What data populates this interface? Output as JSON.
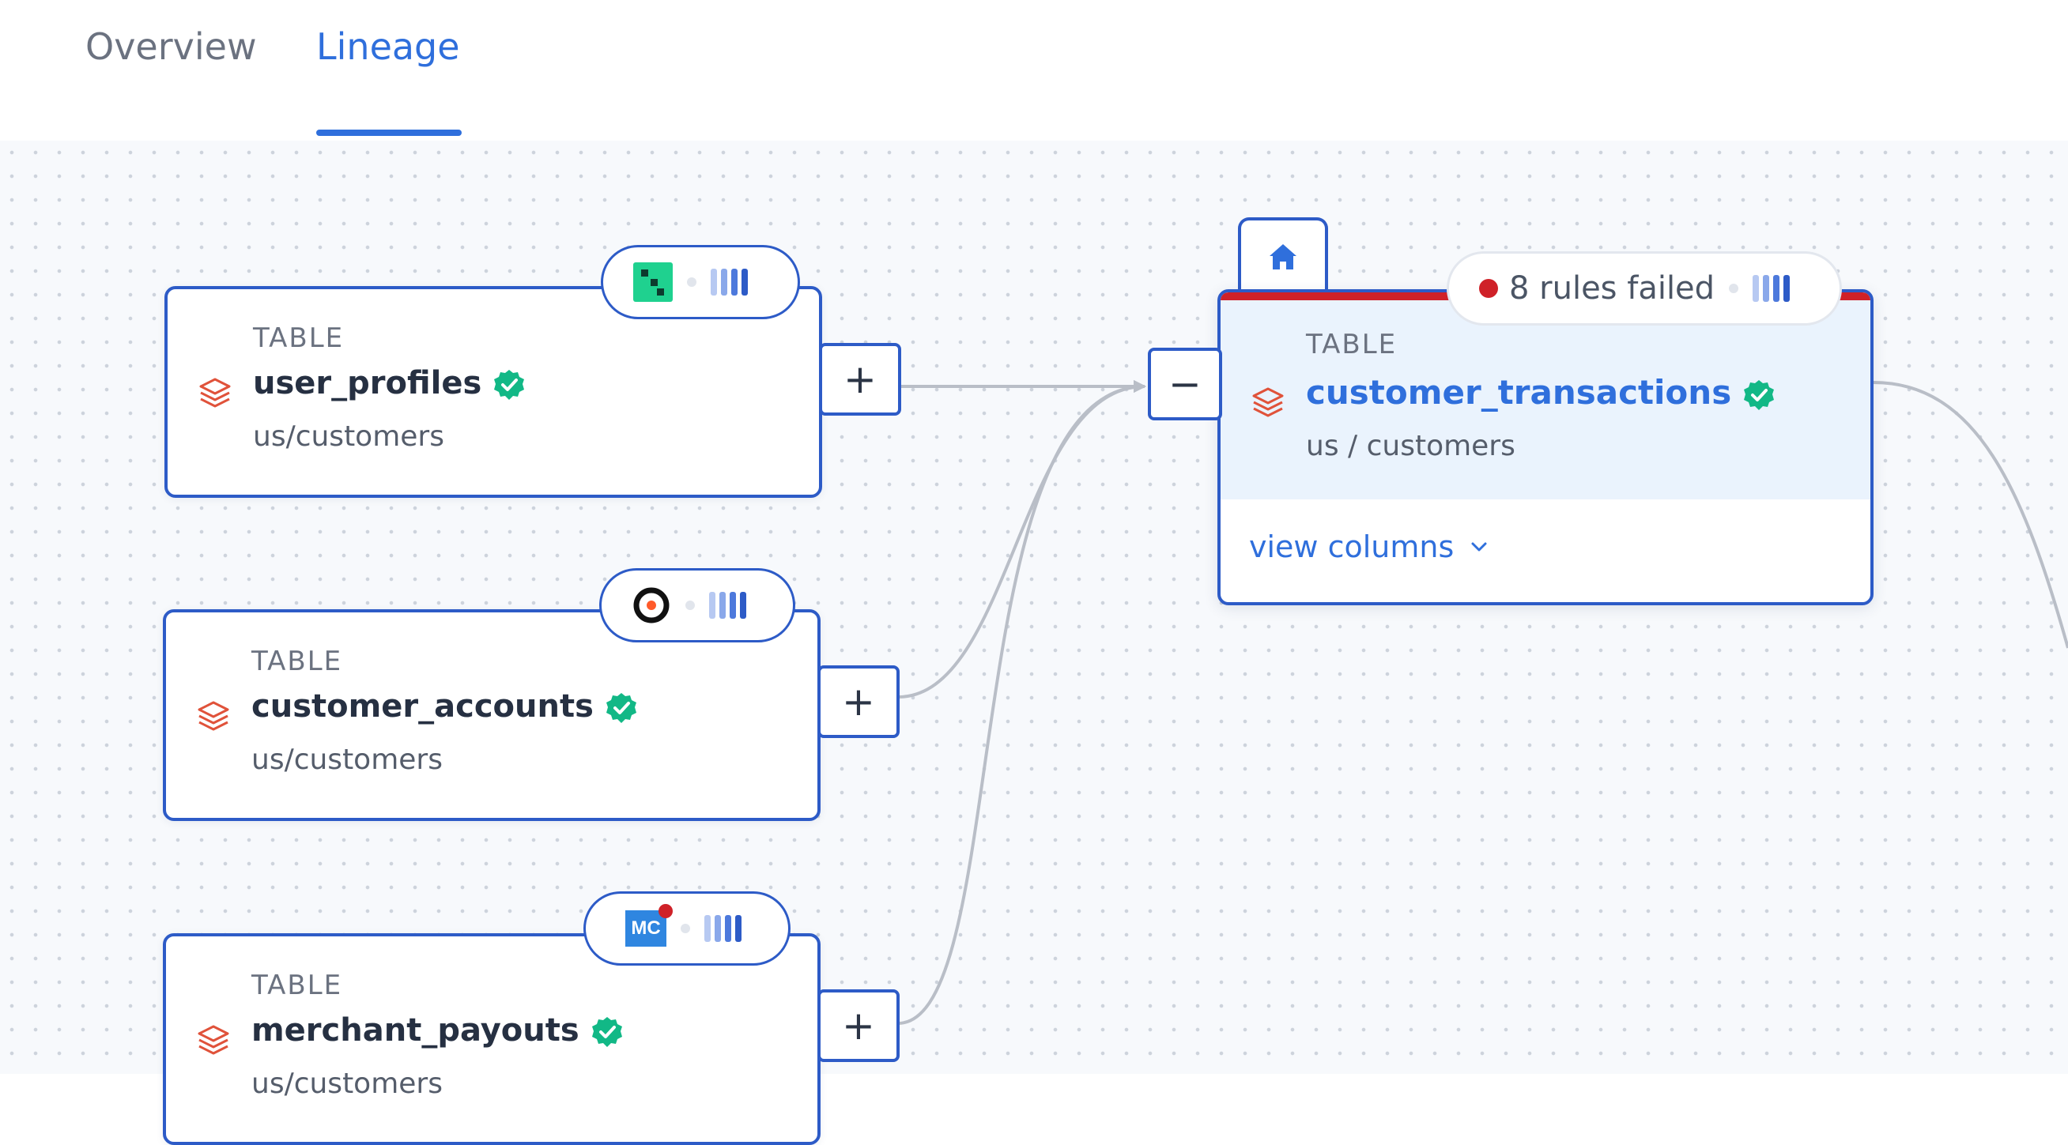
{
  "tabs": [
    {
      "label": "Overview",
      "active": false
    },
    {
      "label": "Lineage",
      "active": true
    }
  ],
  "colors": {
    "accent": "#2f6fdc",
    "node_border": "#2d5bc7",
    "error_red": "#cf2128",
    "verified_green": "#12b886",
    "db_icon_red": "#e0523a",
    "main_header_bg": "#eaf3fd"
  },
  "upstream_nodes": [
    {
      "type": "TABLE",
      "name": "user_profiles",
      "path": "us/customers",
      "source_icon": "square-dots-logo-icon",
      "expander": "+"
    },
    {
      "type": "TABLE",
      "name": "customer_accounts",
      "path": "us/customers",
      "source_icon": "circle-target-logo-icon",
      "expander": "+"
    },
    {
      "type": "TABLE",
      "name": "merchant_payouts",
      "path": "us/customers",
      "source_icon": "mc-logo-icon",
      "source_text": "MC",
      "expander": "+"
    }
  ],
  "main_node": {
    "type": "TABLE",
    "name": "customer_transactions",
    "path": "us / customers",
    "status_text": "8 rules failed",
    "view_columns_label": "view columns",
    "collapse": "−",
    "home_icon": "home-icon"
  }
}
